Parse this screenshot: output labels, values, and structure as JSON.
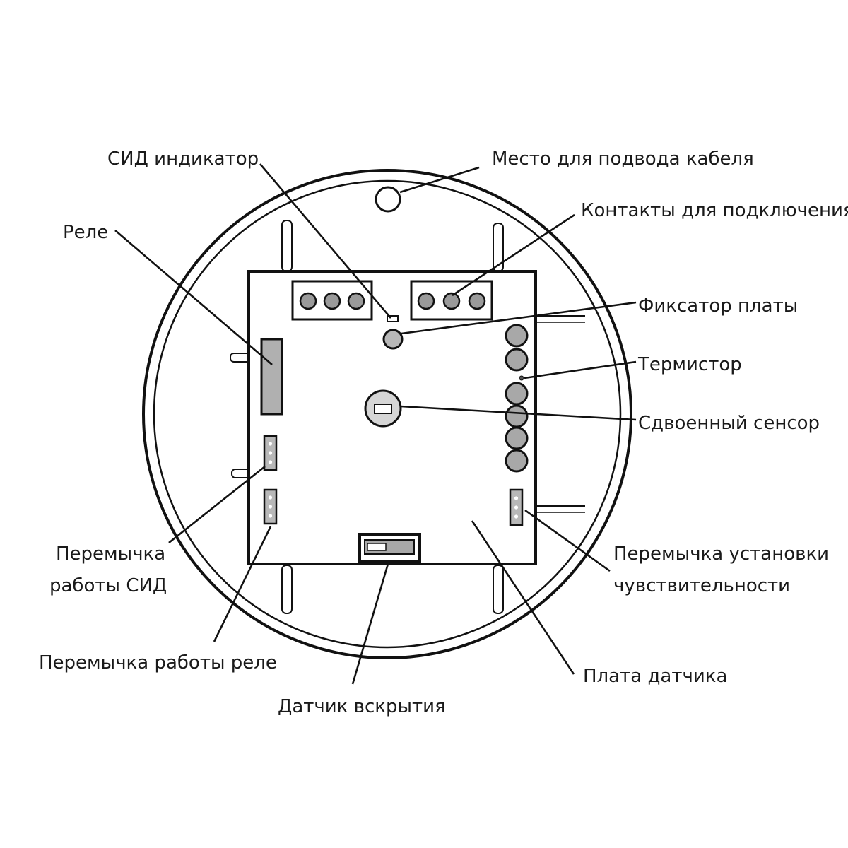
{
  "labels": {
    "led_indicator": "СИД индикатор",
    "cable_entry": "Место для подвода кабеля",
    "relay": "Реле",
    "terminals": "Контакты для подключения",
    "board_latch": "Фиксатор платы",
    "thermistor": "Термистор",
    "dual_sensor": "Сдвоенный сенсор",
    "led_jumper_line1": "Перемычка",
    "led_jumper_line2": "работы СИД",
    "sensitivity_jumper_line1": "Перемычка установки",
    "sensitivity_jumper_line2": "чувствительности",
    "relay_jumper": "Перемычка работы реле",
    "board": "Плата датчика",
    "tamper": "Датчик вскрытия"
  }
}
